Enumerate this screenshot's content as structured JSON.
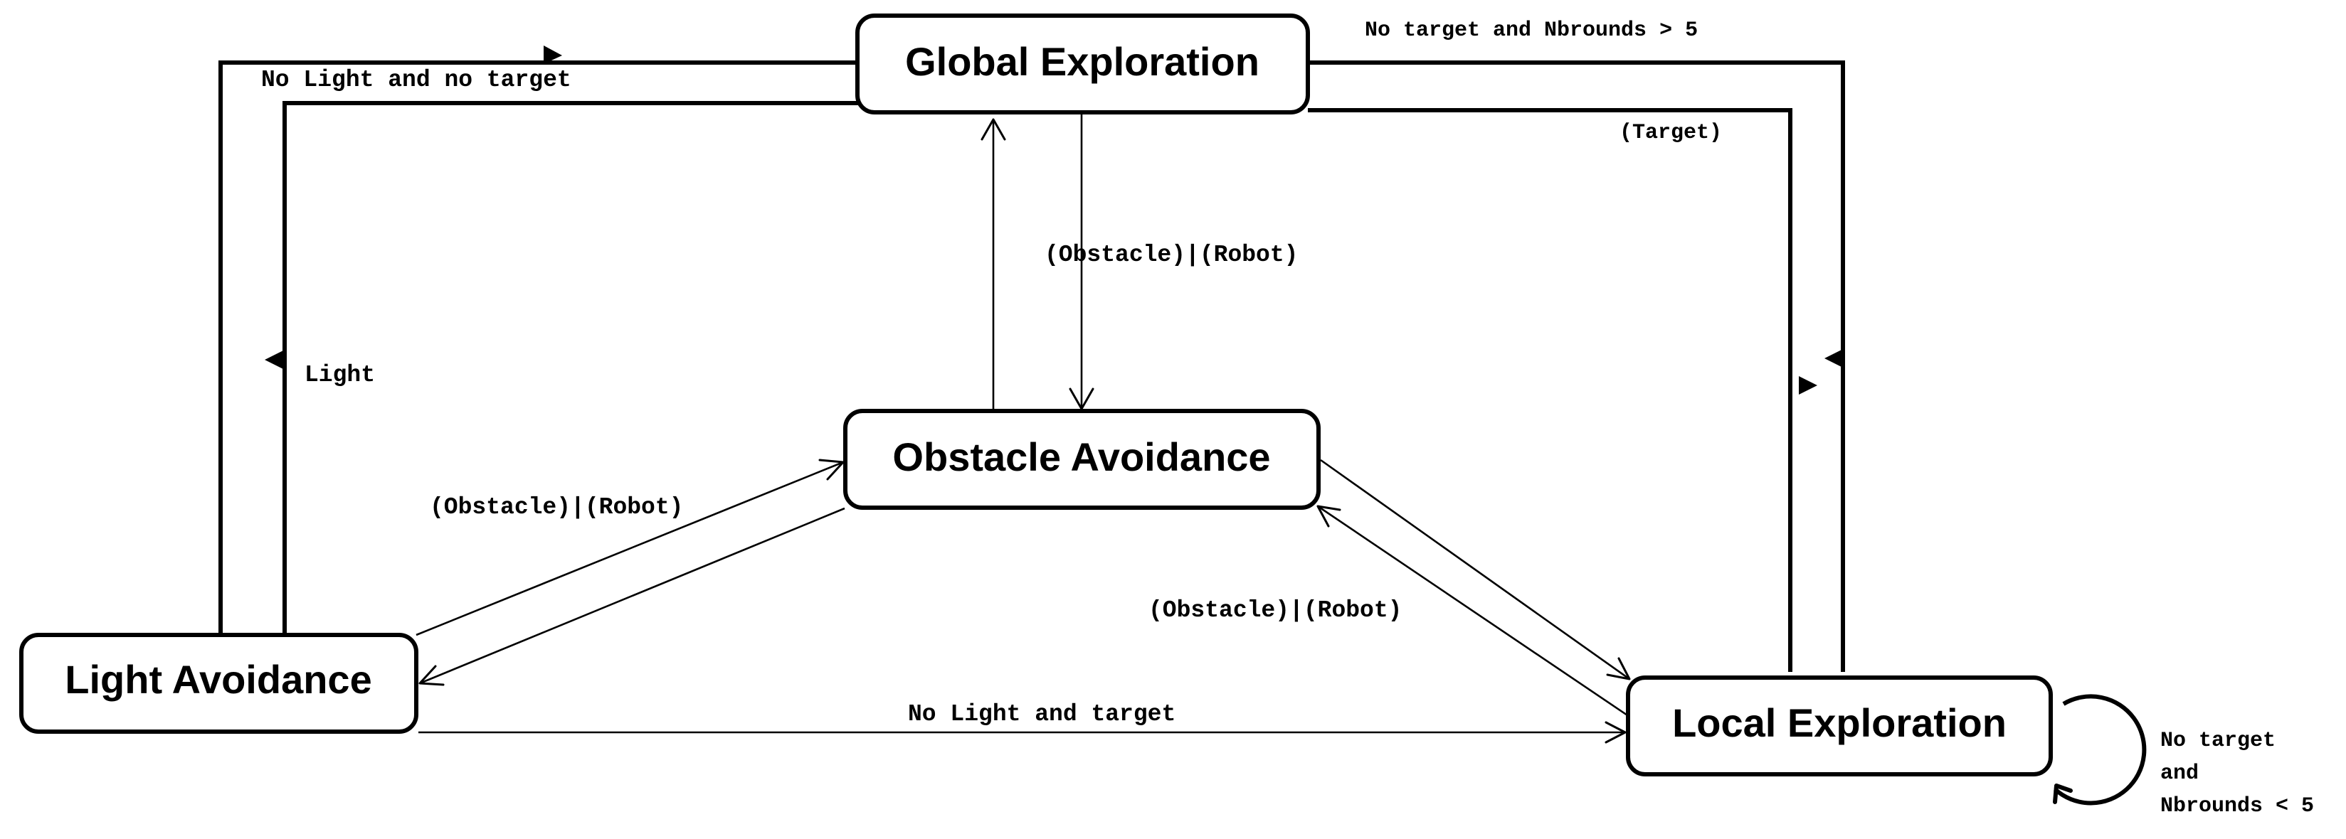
{
  "nodes": {
    "global_exploration": "Global Exploration",
    "obstacle_avoidance": "Obstacle Avoidance",
    "light_avoidance": "Light Avoidance",
    "local_exploration": "Local Exploration"
  },
  "edge_labels": {
    "no_light_no_target": "No Light and no target",
    "no_target_nbrounds_gt": "No target and Nbrounds > 5",
    "target": "(Target)",
    "obstacle_robot_top": "(Obstacle)|(Robot)",
    "light": "Light",
    "obstacle_robot_left": "(Obstacle)|(Robot)",
    "obstacle_robot_right": "(Obstacle)|(Robot)",
    "no_light_and_target": "No Light and target",
    "self_loop_line1": "No target",
    "self_loop_line2": "and",
    "self_loop_line3": "Nbrounds < 5"
  }
}
